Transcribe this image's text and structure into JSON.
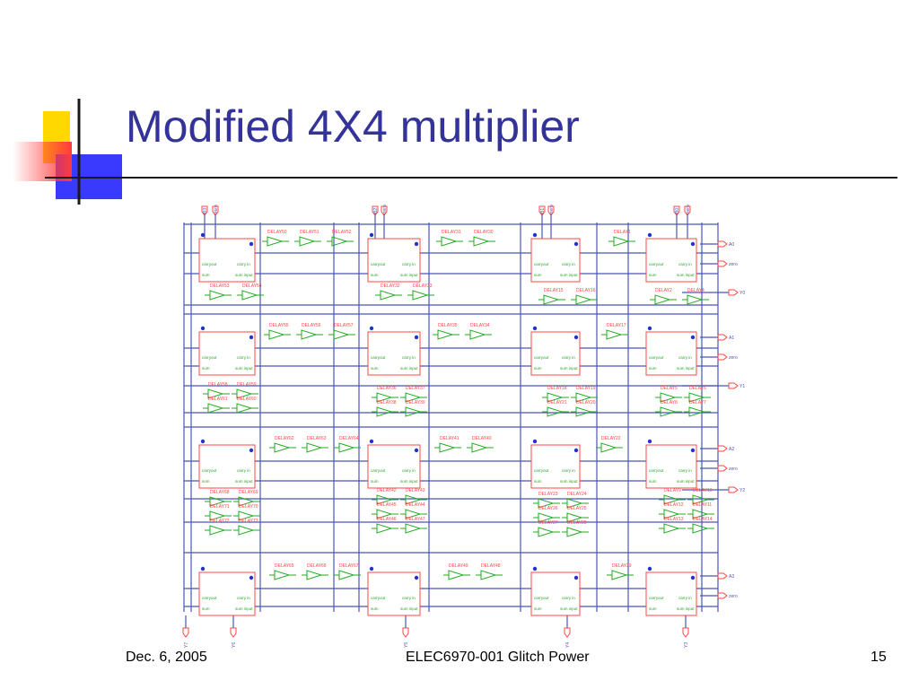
{
  "slide": {
    "title": "Modified 4X4 multiplier",
    "footer": {
      "date": "Dec. 6, 2005",
      "course": "ELEC6970-001 Glitch Power",
      "page": "15"
    }
  },
  "colors": {
    "title": "#333399",
    "rule": "#1a1a1a",
    "accent_yellow": "#ffd800",
    "accent_red": "#ff3a3a",
    "accent_blue": "#3a3aff",
    "wire": "#4a55b8",
    "cell": "#ff4444",
    "delay": "#22aa22",
    "node": "#2233cc"
  },
  "diagram": {
    "inputs_top": [
      "B3",
      "zero",
      "B2",
      "zero",
      "B1",
      "zero",
      "B0",
      "zero"
    ],
    "inputs_right": [
      "A0",
      "zero",
      "A1",
      "zero",
      "A2",
      "zero",
      "A3",
      "zero"
    ],
    "outputs_right": [
      "Y0",
      "Y1",
      "Y2"
    ],
    "outputs_bottom": [
      "Y7",
      "Y6",
      "Y5",
      "Y4",
      "Y3"
    ],
    "cell_pin_labels": [
      "carryout",
      "carry in",
      "sum",
      "sum input"
    ],
    "delay_cells": [
      {
        "row": 0,
        "col": 0,
        "labels": [
          "DELAY50",
          "DELAY51",
          "DELAY52"
        ]
      },
      {
        "row": 0,
        "col": 1,
        "labels": [
          "DELAY31",
          "DELAY30"
        ]
      },
      {
        "row": 0,
        "col": 2,
        "labels": [
          "DELAY1"
        ]
      },
      {
        "row": 1,
        "col": 0,
        "labels": [
          "DELAY53",
          "DELAY54"
        ]
      },
      {
        "row": 1,
        "col": 1,
        "labels": [
          "DELAY32",
          "DELAY33"
        ]
      },
      {
        "row": 1,
        "col": 2,
        "labels": [
          "DELAY15",
          "DELAY16"
        ]
      },
      {
        "row": 1,
        "col": 3,
        "labels": [
          "DELAY2",
          "DELAY4"
        ]
      },
      {
        "row": 2,
        "col": 0,
        "labels": [
          "DELAY55",
          "DELAY56",
          "DELAY57"
        ]
      },
      {
        "row": 2,
        "col": 1,
        "labels": [
          "DELAY35",
          "DELAY34"
        ]
      },
      {
        "row": 2,
        "col": 2,
        "labels": [
          "DELAY17"
        ]
      },
      {
        "row": 3,
        "col": 0,
        "labels": [
          "DELAY58",
          "DELAY59",
          "DELAY61",
          "DELAY60"
        ]
      },
      {
        "row": 3,
        "col": 1,
        "labels": [
          "DELAY36",
          "DELAY37",
          "DELAY38",
          "DELAY39"
        ]
      },
      {
        "row": 3,
        "col": 2,
        "labels": [
          "DELAY18",
          "DELAY19",
          "DELAY21",
          "DELAY20"
        ]
      },
      {
        "row": 3,
        "col": 3,
        "labels": [
          "DELAY5",
          "DELAY6",
          "DELAY8",
          "DELAY7"
        ]
      },
      {
        "row": 4,
        "col": 0,
        "labels": [
          "DELAY62",
          "DELAY63",
          "DELAY64"
        ]
      },
      {
        "row": 4,
        "col": 1,
        "labels": [
          "DELAY41",
          "DELAY40"
        ]
      },
      {
        "row": 4,
        "col": 2,
        "labels": [
          "DELAY22"
        ]
      },
      {
        "row": 5,
        "col": 0,
        "labels": [
          "DELAY68",
          "DELAY69",
          "DELAY71",
          "DELAY70",
          "DELAY72",
          "DELAY73"
        ]
      },
      {
        "row": 5,
        "col": 1,
        "labels": [
          "DELAY42",
          "DELAY43",
          "DELAY45",
          "DELAY44",
          "DELAY46",
          "DELAY47"
        ]
      },
      {
        "row": 5,
        "col": 2,
        "labels": [
          "DELAY23",
          "DELAY24",
          "DELAY26",
          "DELAY25",
          "DELAY27",
          "DELAY28"
        ]
      },
      {
        "row": 5,
        "col": 3,
        "labels": [
          "DELAY9",
          "DELAY10",
          "DELAY12",
          "DELAY11",
          "DELAY13",
          "DELAY14"
        ]
      },
      {
        "row": 6,
        "col": 0,
        "labels": [
          "DELAY65",
          "DELAY66",
          "DELAY67"
        ]
      },
      {
        "row": 6,
        "col": 1,
        "labels": [
          "DELAY49",
          "DELAY48"
        ]
      },
      {
        "row": 6,
        "col": 2,
        "labels": [
          "DELAY29"
        ]
      }
    ]
  }
}
